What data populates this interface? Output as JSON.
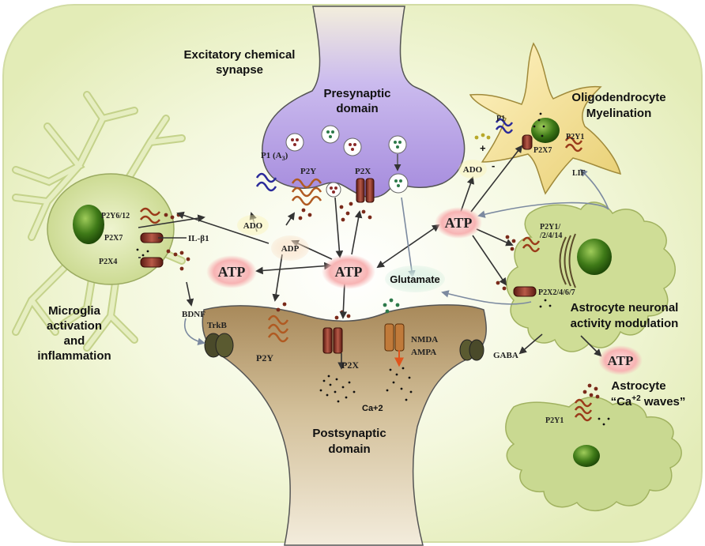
{
  "labels": {
    "excitatory_line1": "Excitatory chemical",
    "excitatory_line2": "synapse",
    "presynaptic_line1": "Presynaptic",
    "presynaptic_line2": "domain",
    "postsynaptic_line1": "Postsynaptic",
    "postsynaptic_line2": "domain",
    "oligo_line1": "Oligodendrocyte",
    "oligo_line2": "Myelination",
    "microglia_line1": "Microglia",
    "microglia_line2": "activation",
    "microglia_line3": "and",
    "microglia_line4": "inflammation",
    "astro_mod_line1": "Astrocyte neuronal",
    "astro_mod_line2": "activity modulation",
    "astro_waves_line1": "Astrocyte",
    "astro_waves_line2": "“Ca",
    "astro_waves_sup": "+2",
    "astro_waves_line3": " waves”",
    "glutamate": "Glutamate",
    "atp_center": "ATP",
    "atp_left": "ATP",
    "atp_right": "ATP",
    "atp_lower_right": "ATP",
    "adp": "ADP",
    "ado_left": "ADO",
    "ado_right": "ADO",
    "p1_a3_main": "P1 (A",
    "p1_a3_sub": "3",
    "p1_a3_close": ")",
    "p2y_pre": "P2Y",
    "p2x_pre": "P2X",
    "p2y_post": "P2Y",
    "p2x_post": "P2X",
    "trkb": "TrkB",
    "nmda": "NMDA",
    "ampa": "AMPA",
    "ca2": "Ca+2",
    "bdnf": "BDNF",
    "il1": "IL-β1",
    "p2y6_12": "P2Y6/12",
    "p2x7_micro": "P2X7",
    "p2x4": "P2X4",
    "p1_oligo": "P1",
    "p2x7_oligo": "P2X7",
    "p2y1_oligo": "P2Y1",
    "lif": "LIF",
    "p2y1_astro_line1": "P2Y1/",
    "p2y1_astro_line2": "/2/4/14",
    "p2x_astro": "P2X2/4/6/7",
    "gaba": "GABA",
    "p2y1_lower": "P2Y1",
    "plus": "+",
    "minus": "-"
  },
  "colors": {
    "background_fill": "#eef5c9",
    "presynaptic_fill": "#b8a4e6",
    "postsynaptic_fill": "#c9b48c",
    "glia_fill": "#dfe9b0",
    "nucleus": "#4a7a1e",
    "atp_glow": "#f49a9a",
    "receptor": "#8a3a2a"
  }
}
